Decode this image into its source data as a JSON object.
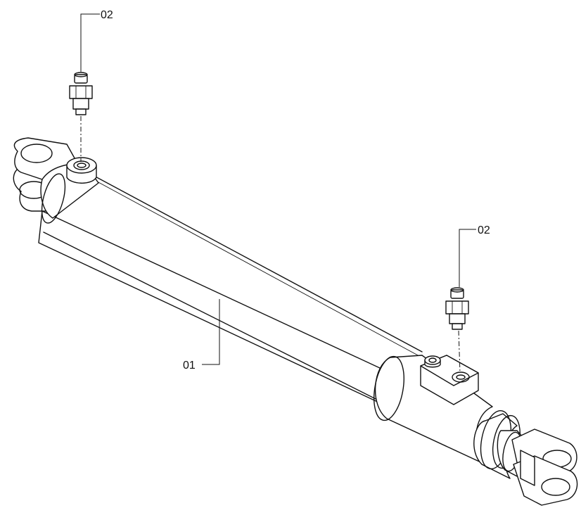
{
  "callouts": [
    {
      "text": "02"
    },
    {
      "text": "02"
    },
    {
      "text": "01"
    }
  ]
}
